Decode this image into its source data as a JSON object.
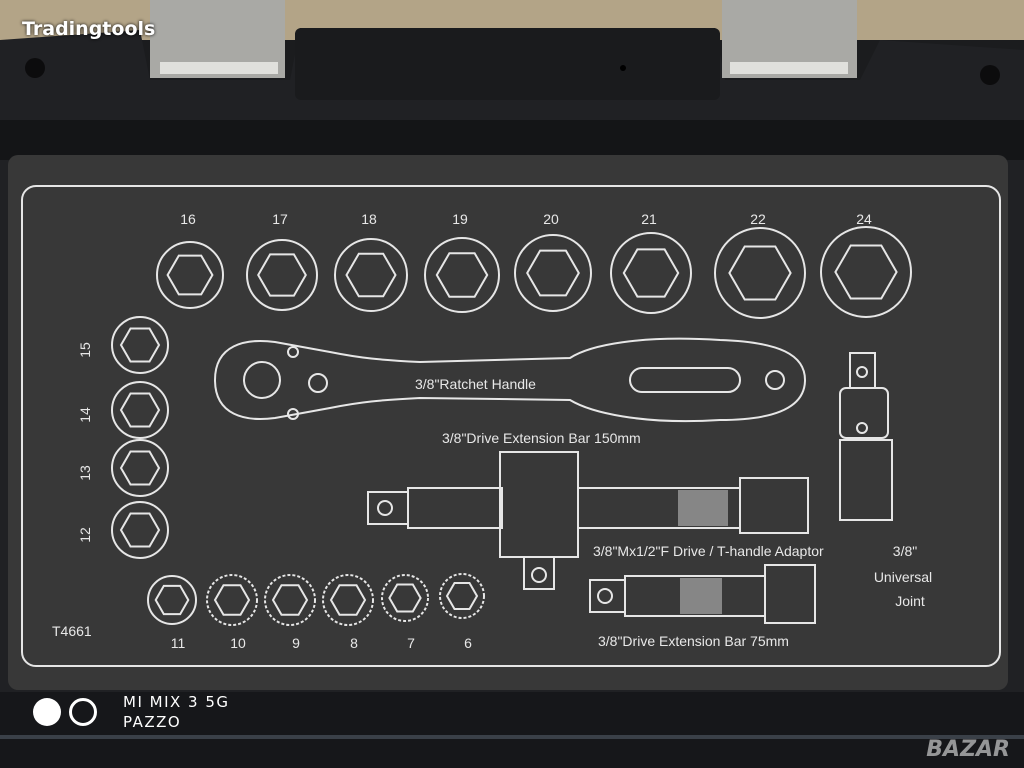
{
  "watermark_top": "Tradingtools",
  "camera_watermark": {
    "model": "MI MIX 3 5G",
    "name": "PAZZO"
  },
  "watermark_bottom": "BAZAR",
  "insert": {
    "model_code": "T4661",
    "top_sockets": [
      "16",
      "17",
      "18",
      "19",
      "20",
      "21",
      "22",
      "24"
    ],
    "side_sockets": [
      "15",
      "14",
      "13",
      "12"
    ],
    "small_sockets": [
      "11",
      "10",
      "9",
      "8",
      "7",
      "6"
    ],
    "ratchet_label": "3/8\"Ratchet Handle",
    "ext150_label": "3/8\"Drive Extension Bar 150mm",
    "adaptor_label": "3/8\"Mx1/2\"F Drive / T-handle Adaptor",
    "ext75_label": "3/8\"Drive Extension Bar 75mm",
    "ujoint_label": [
      "3/8\"",
      "Universal",
      "Joint"
    ]
  },
  "colors": {
    "foam": "#383838",
    "case": "#1b1c1e",
    "print": "#e6e6e6",
    "latch": "#b8b8b4"
  }
}
